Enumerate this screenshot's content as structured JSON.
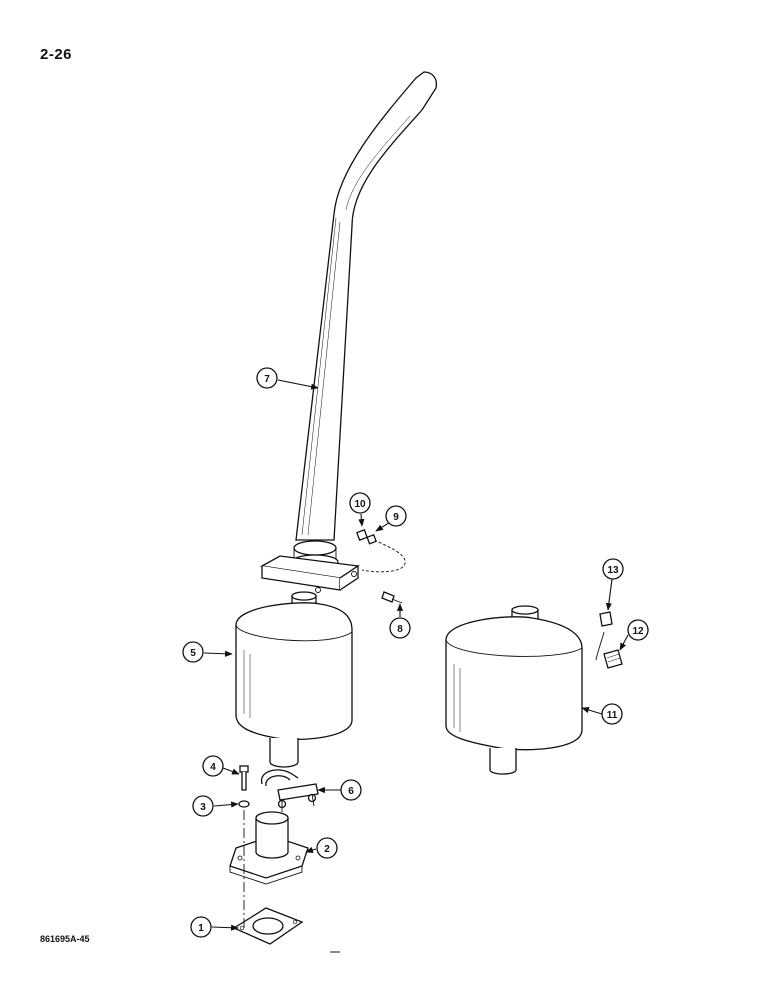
{
  "page_number": "2-26",
  "figure_code": "861695A-45",
  "accent_color": "#111111",
  "callouts": [
    "1",
    "2",
    "3",
    "4",
    "5",
    "6",
    "7",
    "8",
    "9",
    "10",
    "11",
    "12",
    "13"
  ]
}
